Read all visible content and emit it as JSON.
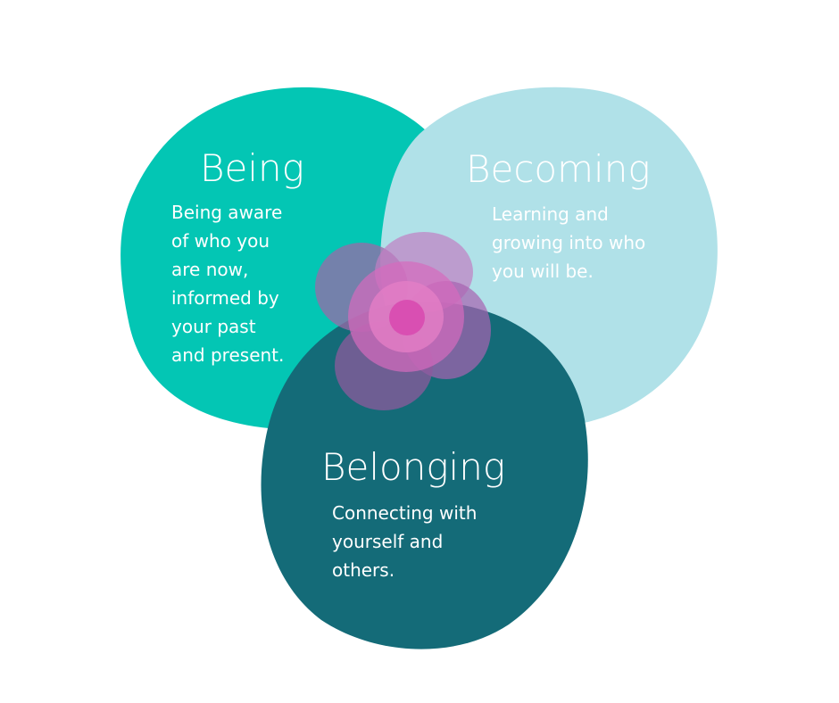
{
  "colors": {
    "being": "#03c6b4",
    "becoming": "#b0e1e8",
    "belonging": "#146b78",
    "flower_outer": "#b46fbb",
    "flower_mid": "#d95cb4",
    "flower_center": "#d94fb2"
  },
  "being": {
    "title": "Being",
    "description": "Being aware\nof who you\nare now,\ninformed by\nyour past\nand present."
  },
  "becoming": {
    "title": "Becoming",
    "description": "Learning and\ngrowing into who\nyou will be."
  },
  "belonging": {
    "title": "Belonging",
    "description": "Connecting with\nyourself and\nothers."
  }
}
